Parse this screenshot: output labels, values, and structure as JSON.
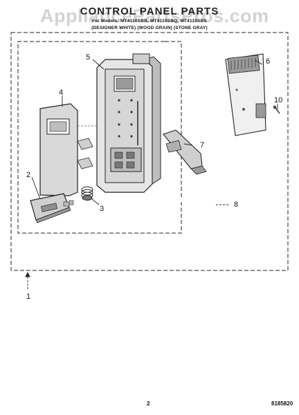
{
  "header": {
    "title": "CONTROL PANEL PARTS",
    "models": "For Models: MT4110SBB, MT4110SBQ, MT4110SBS",
    "colors": "(DESIGNER WHITE) (WOOD GRAIN) (STONE GRAY)"
  },
  "watermark": "AppliancePartsPros.com",
  "callouts": [
    "1",
    "2",
    "3",
    "4",
    "5",
    "6",
    "7",
    "8",
    "10"
  ],
  "footer": {
    "page_number": "2",
    "document_code": "8185820"
  }
}
